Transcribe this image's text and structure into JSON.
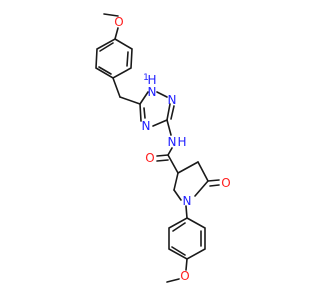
{
  "molecule": {
    "colors": {
      "bond": "#1a1a1a",
      "carbon": "#1a1a1a",
      "nitrogen": "#2020ff",
      "oxygen": "#ff2020"
    },
    "atoms": {
      "o_top": "O",
      "n_triazole_nh": "N",
      "h_triazole": "H",
      "h_triazole_sub": "1",
      "n_triazole_2": "N",
      "n_triazole_4": "N",
      "n_amide": "N",
      "h_amide": "H",
      "o_amide": "O",
      "n_pyrrolidine": "N",
      "o_lactam": "O",
      "o_bottom": "O"
    }
  }
}
